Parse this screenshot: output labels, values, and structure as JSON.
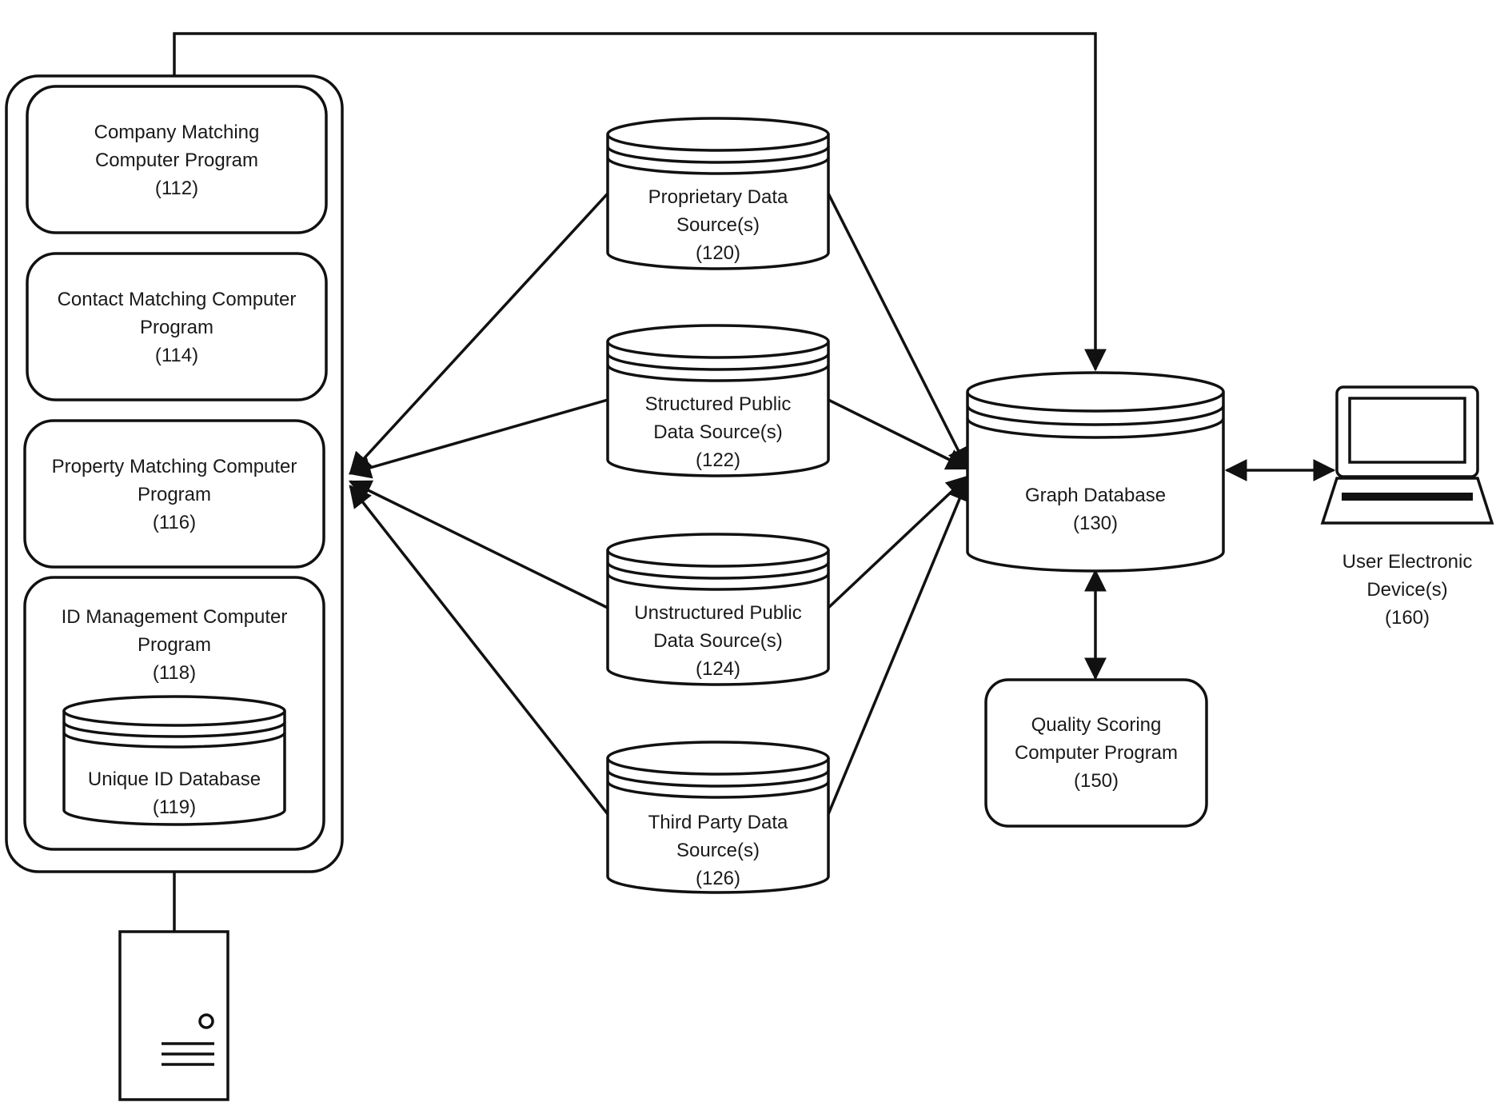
{
  "server_group": {
    "company_matching": {
      "line1": "Company Matching",
      "line2": "Computer Program",
      "ref": "(112)"
    },
    "contact_matching": {
      "line1": "Contact Matching Computer",
      "line2": "Program",
      "ref": "(114)"
    },
    "property_matching": {
      "line1": "Property Matching Computer",
      "line2": "Program",
      "ref": "(116)"
    },
    "id_management": {
      "line1": "ID Management Computer",
      "line2": "Program",
      "ref": "(118)"
    },
    "unique_id_db": {
      "line1": "Unique ID Database",
      "ref": "(119)"
    }
  },
  "data_sources": {
    "proprietary": {
      "line1": "Proprietary Data",
      "line2": "Source(s)",
      "ref": "(120)"
    },
    "structured": {
      "line1": "Structured Public",
      "line2": "Data Source(s)",
      "ref": "(122)"
    },
    "unstructured": {
      "line1": "Unstructured Public",
      "line2": "Data Source(s)",
      "ref": "(124)"
    },
    "third_party": {
      "line1": "Third Party Data",
      "line2": "Source(s)",
      "ref": "(126)"
    }
  },
  "graph_database": {
    "line1": "Graph Database",
    "ref": "(130)"
  },
  "quality_scoring": {
    "line1": "Quality Scoring",
    "line2": "Computer Program",
    "ref": "(150)"
  },
  "user_device": {
    "line1": "User Electronic",
    "line2": "Device(s)",
    "ref": "(160)"
  }
}
